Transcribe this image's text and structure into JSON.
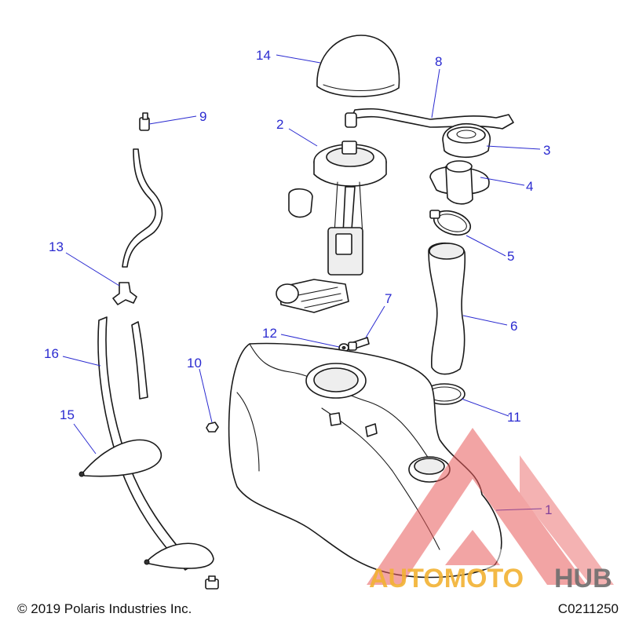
{
  "callouts": {
    "c1": "1",
    "c2": "2",
    "c3": "3",
    "c4": "4",
    "c5": "5",
    "c6": "6",
    "c7": "7",
    "c8": "8",
    "c9": "9",
    "c10": "10",
    "c11": "11",
    "c12": "12",
    "c13": "13",
    "c14": "14",
    "c15": "15",
    "c16": "16"
  },
  "footer": {
    "copyright": "© 2019 Polaris Industries Inc.",
    "drawing_id": "C0211250"
  },
  "watermark": {
    "brand_part_a": "AUTOMOTO",
    "brand_part_b": "HUB",
    "color_red": "#e85a5a",
    "color_orange": "#f2b233",
    "color_gray": "#6e6e6e"
  },
  "colors": {
    "callout": "#2a2ad0",
    "linework": "#1a1a1a"
  }
}
